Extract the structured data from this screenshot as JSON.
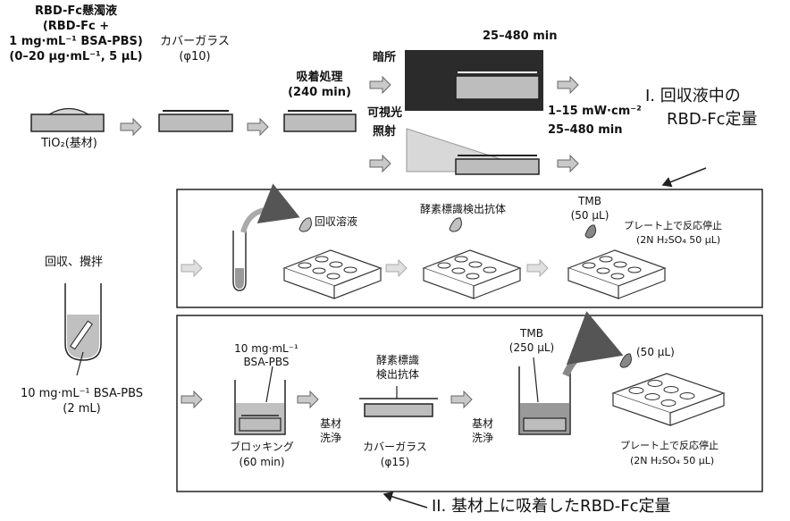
{
  "top": {
    "suspension_title": "RBD-Fc懸濁液",
    "suspension_line2": "(RBD-Fc +",
    "suspension_line3": "1 mg·mL⁻¹ BSA-PBS)",
    "suspension_line4": "(0–20 μg·mL⁻¹, 5 μL)",
    "substrate_label": "TiO₂(基材)",
    "cover_glass_label": "カバーガラス",
    "cover_glass_size": "(φ10)",
    "adsorption_label": "吸着処理",
    "adsorption_time": "(240 min)",
    "dark_label": "暗所",
    "dark_time": "25–480 min",
    "visible_light_label_1": "可視光",
    "visible_light_label_2": "照射",
    "intensity_label": "1–15 mW·cm⁻²",
    "light_time": "25–480 min",
    "section1_title_1": "I.  回収液中の",
    "section1_title_2": "RBD-Fc定量"
  },
  "left": {
    "recover_label": "回収、攪拌",
    "bsa_label": "10 mg·mL⁻¹ BSA-PBS",
    "bsa_volume": "(2 mL)"
  },
  "box1": {
    "recovered_solution": "回収溶液",
    "enzyme_antibody": "酵素標識検出抗体",
    "tmb_label": "TMB",
    "tmb_volume": "(50 μL)",
    "stop_label": "プレート上で反応停止",
    "stop_reagent": "(2N H₂SO₄ 50 μL)"
  },
  "box2": {
    "bsa_conc": "10 mg·mL⁻¹",
    "bsa_name": "BSA-PBS",
    "blocking_label": "ブロッキング",
    "blocking_time": "(60 min)",
    "wash1_line1": "基材",
    "wash1_line2": "洗浄",
    "enzyme_line1": "酵素標識",
    "enzyme_line2": "検出抗体",
    "cover_glass_label": "カバーガラス",
    "cover_glass_size": "(φ15)",
    "wash2_line1": "基材",
    "wash2_line2": "洗浄",
    "tmb_label": "TMB",
    "tmb_volume": "(250 μL)",
    "transfer_volume": "(50 μL)",
    "stop_label": "プレート上で反応停止",
    "stop_reagent": "(2N H₂SO₄ 50 μL)"
  },
  "section2_title": "II.  基材上に吸着したRBD-Fc定量",
  "colors": {
    "dark_box": "#2b2b2b",
    "gray_fill": "#bdbdbd",
    "arrow_gray": "#c9c9c9",
    "light_gray": "#e6e6e6"
  }
}
